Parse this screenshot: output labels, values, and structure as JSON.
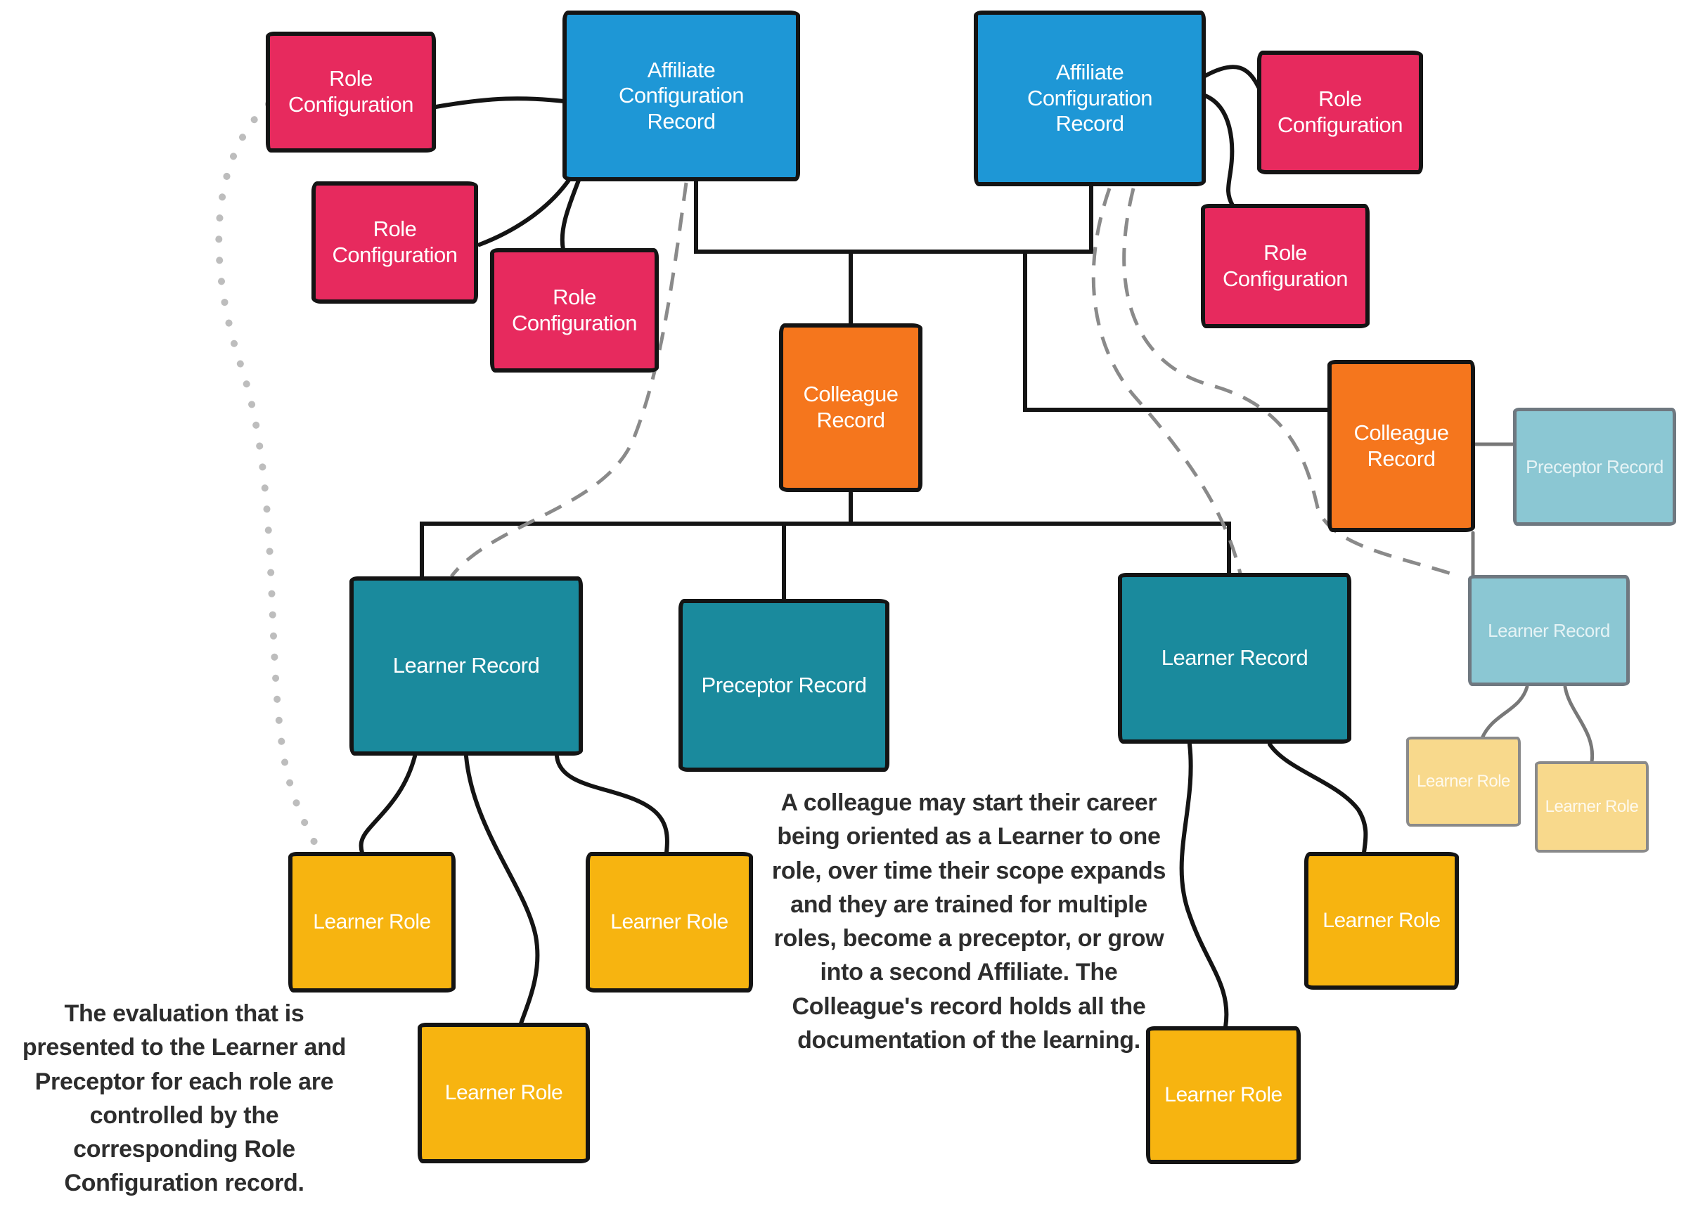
{
  "diagram": {
    "colors": {
      "pink": "#E72A5E",
      "blue": "#1E97D6",
      "orange": "#F5761D",
      "teal": "#1A8A9D",
      "gold": "#F7B410",
      "teal_light": "#8BC7D3",
      "gold_light": "#F8D98C",
      "connector_black": "#141414",
      "connector_gray": "#8A8A8A",
      "dotted_gray": "#BDBDBD",
      "note_text": "#2D2D2D"
    },
    "nodes": {
      "role_config_1": {
        "label": "Role Configuration"
      },
      "role_config_2": {
        "label": "Role Configuration"
      },
      "role_config_3": {
        "label": "Role Configuration"
      },
      "affiliate_1": {
        "label": "Affiliate Configuration Record"
      },
      "affiliate_2": {
        "label": "Affiliate Configuration Record"
      },
      "role_config_4": {
        "label": "Role Configuration"
      },
      "role_config_5": {
        "label": "Role Configuration"
      },
      "colleague_1": {
        "label": "Colleague Record"
      },
      "colleague_2": {
        "label": "Colleague Record"
      },
      "preceptor_light": {
        "label": "Preceptor Record"
      },
      "learner_left": {
        "label": "Learner Record"
      },
      "preceptor_center": {
        "label": "Preceptor Record"
      },
      "learner_right": {
        "label": "Learner Record"
      },
      "learner_light": {
        "label": "Learner Record"
      },
      "learner_role_1": {
        "label": "Learner Role"
      },
      "learner_role_2": {
        "label": "Learner Role"
      },
      "learner_role_3": {
        "label": "Learner Role"
      },
      "learner_role_r1": {
        "label": "Learner Role"
      },
      "learner_role_r2": {
        "label": "Learner Role"
      },
      "learner_role_light_1": {
        "label": "Learner Role"
      },
      "learner_role_light_2": {
        "label": "Learner Role"
      }
    },
    "notes": {
      "left": "The evaluation that is presented to the Learner and Preceptor for each role are controlled by the corresponding Role Configuration record.",
      "center": "A colleague may start their career being oriented as a Learner to one role, over time their scope expands and they are trained for multiple roles, become a preceptor, or grow into a second Affiliate. The Colleague's record holds all the documentation of the learning."
    }
  }
}
